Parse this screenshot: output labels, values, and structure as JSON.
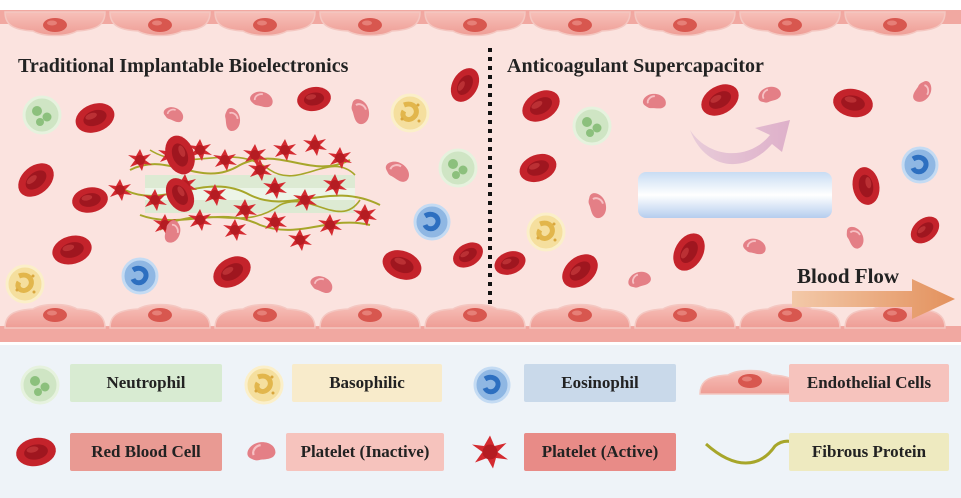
{
  "titles": {
    "left": "Traditional Implantable Bioelectronics",
    "right": "Anticoagulant Supercapacitor",
    "flow": "Blood Flow"
  },
  "legend": [
    {
      "label": "Neutrophil",
      "icon": "neutrophil-icon",
      "color": "#d8ebd2"
    },
    {
      "label": "Basophilic",
      "icon": "basophil-icon",
      "color": "#f8ebcb"
    },
    {
      "label": "Eosinophil",
      "icon": "eosinophil-icon",
      "color": "#c9d9ea"
    },
    {
      "label": "Endothelial Cells",
      "icon": "endothelial-cell-icon",
      "color": "#f6c3bd"
    },
    {
      "label": "Red Blood Cell",
      "icon": "red-blood-cell-icon",
      "color": "#e99a93"
    },
    {
      "label": "Platelet (Inactive)",
      "icon": "inactive-platelet-icon",
      "color": "#f6c3bd"
    },
    {
      "label": "Platelet (Active)",
      "icon": "active-platelet-icon",
      "color": "#e88b87"
    },
    {
      "label": "Fibrous Protein",
      "icon": "fibrous-protein-icon",
      "color": "#eeeac0"
    }
  ],
  "colors": {
    "vessel": "#fbe2de",
    "endothelium": "#f3aaa4",
    "rbc": "#d2323a",
    "platelet": "#e58a8e",
    "active_platelet": "#d62b2f",
    "fibrin": "#a7a62a",
    "legend_bg": "#eef3f8",
    "arrow": "#e8a47a"
  }
}
